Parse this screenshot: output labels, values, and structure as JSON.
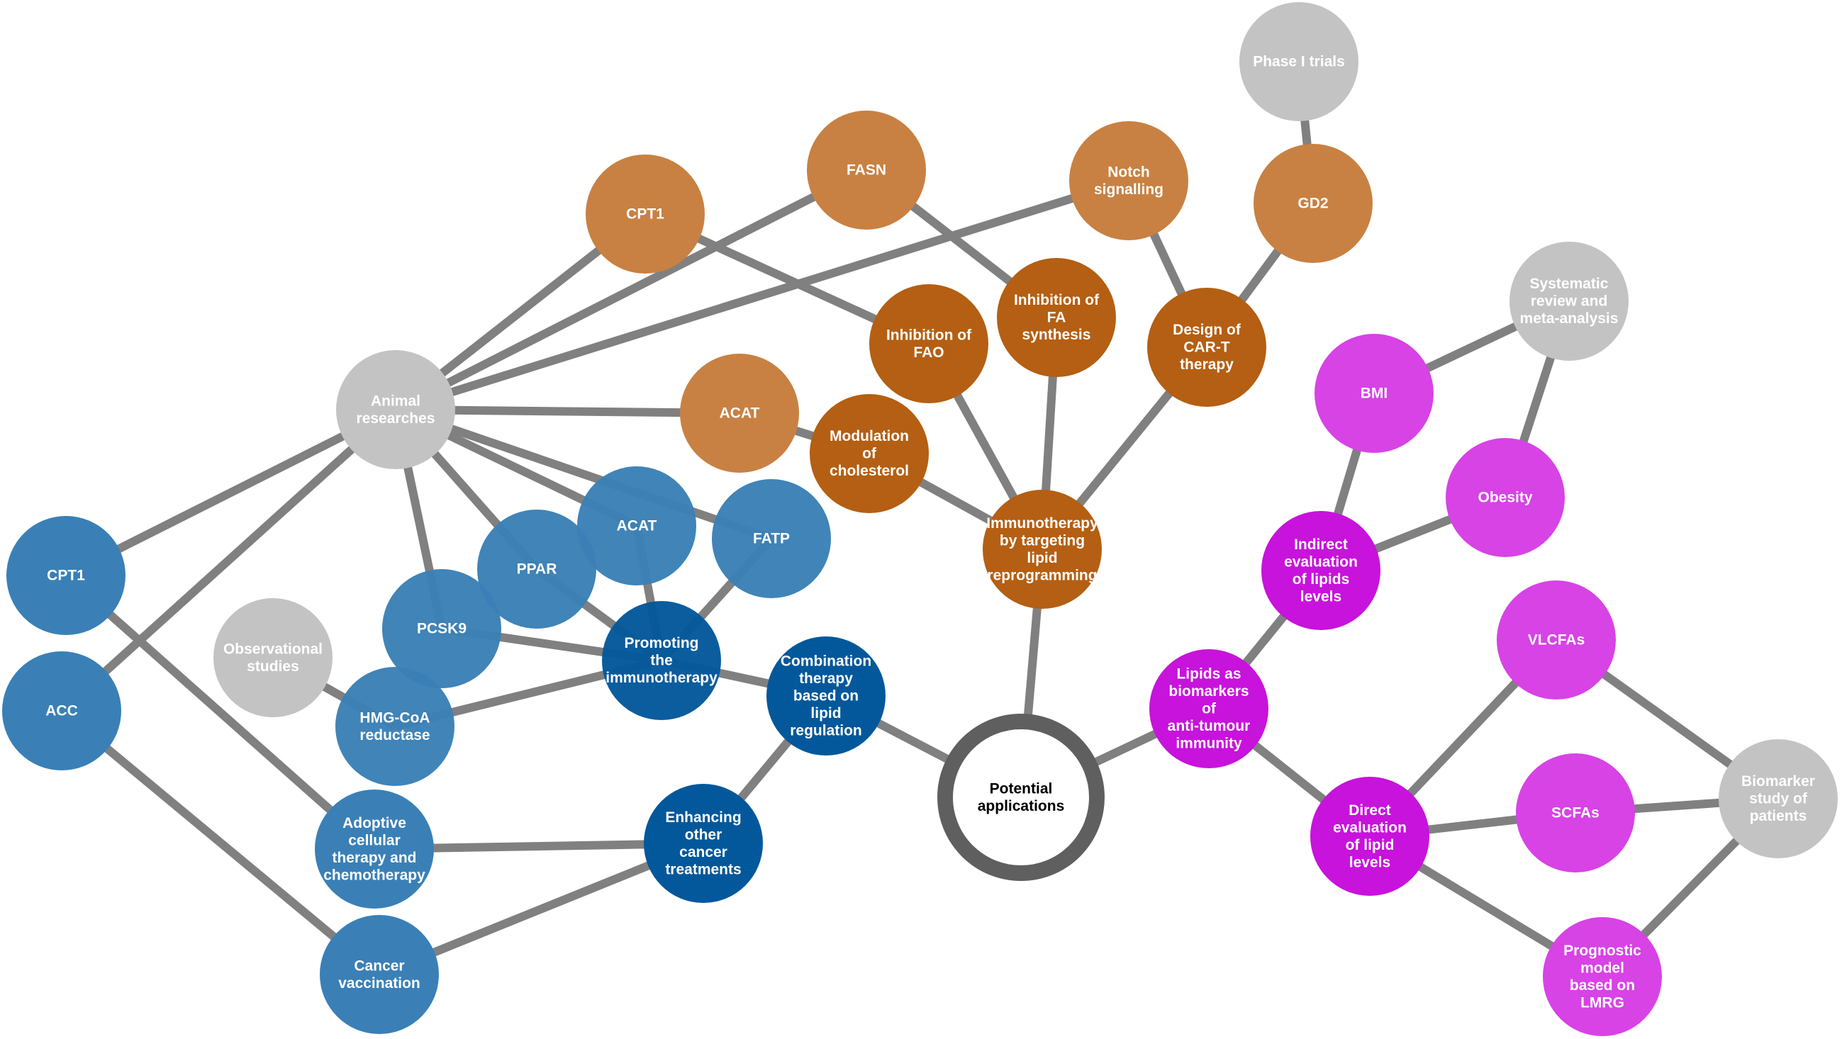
{
  "colors": {
    "edge": "#808080",
    "gray": "#c3c3c3",
    "light_orange": "#c88142",
    "dark_orange": "#b45f13",
    "light_blue": "#3a80b6",
    "dark_blue": "#03589b",
    "light_magenta": "#d743e5",
    "magenta": "#c713db",
    "center_ring": "#5f5f5f"
  },
  "nodes": [
    {
      "id": "potential-applications",
      "lines": [
        "Potential",
        "applications"
      ],
      "color": "center"
    },
    {
      "id": "immunotherapy-lipid",
      "lines": [
        "Immunotherapy",
        "by targeting",
        "lipid",
        "reprogramming"
      ],
      "color": "dark_orange"
    },
    {
      "id": "inhibition-fao",
      "lines": [
        "Inhibition of",
        "FAO"
      ],
      "color": "dark_orange"
    },
    {
      "id": "inhibition-fa-synthesis",
      "lines": [
        "Inhibition of",
        "FA",
        "synthesis"
      ],
      "color": "dark_orange"
    },
    {
      "id": "design-car-t",
      "lines": [
        "Design of",
        "CAR-T",
        "therapy"
      ],
      "color": "dark_orange"
    },
    {
      "id": "modulation-cholesterol",
      "lines": [
        "Modulation",
        "of",
        "cholesterol"
      ],
      "color": "dark_orange"
    },
    {
      "id": "cpt1-orange",
      "lines": [
        "CPT1"
      ],
      "color": "light_orange"
    },
    {
      "id": "fasn",
      "lines": [
        "FASN"
      ],
      "color": "light_orange"
    },
    {
      "id": "notch-signalling",
      "lines": [
        "Notch",
        "signalling"
      ],
      "color": "light_orange"
    },
    {
      "id": "gd2",
      "lines": [
        "GD2"
      ],
      "color": "light_orange"
    },
    {
      "id": "acat-orange",
      "lines": [
        "ACAT"
      ],
      "color": "light_orange"
    },
    {
      "id": "phase-i-trials",
      "lines": [
        "Phase I trials"
      ],
      "color": "gray"
    },
    {
      "id": "animal-researches",
      "lines": [
        "Animal",
        "researches"
      ],
      "color": "gray"
    },
    {
      "id": "observational-studies",
      "lines": [
        "Observational",
        "studies"
      ],
      "color": "gray"
    },
    {
      "id": "cpt1-blue",
      "lines": [
        "CPT1"
      ],
      "color": "light_blue"
    },
    {
      "id": "acc",
      "lines": [
        "ACC"
      ],
      "color": "light_blue"
    },
    {
      "id": "pcsk9",
      "lines": [
        "PCSK9"
      ],
      "color": "light_blue"
    },
    {
      "id": "hmg-coa-reductase",
      "lines": [
        "HMG-CoA",
        "reductase"
      ],
      "color": "light_blue"
    },
    {
      "id": "ppar",
      "lines": [
        "PPAR"
      ],
      "color": "light_blue"
    },
    {
      "id": "acat-blue",
      "lines": [
        "ACAT"
      ],
      "color": "light_blue"
    },
    {
      "id": "fatp",
      "lines": [
        "FATP"
      ],
      "color": "light_blue"
    },
    {
      "id": "adoptive-cellular",
      "lines": [
        "Adoptive",
        "cellular",
        "therapy and",
        "chemotherapy"
      ],
      "color": "light_blue"
    },
    {
      "id": "cancer-vaccination",
      "lines": [
        "Cancer",
        "vaccination"
      ],
      "color": "light_blue"
    },
    {
      "id": "promoting-immunotherapy",
      "lines": [
        "Promoting",
        "the",
        "immunotherapy"
      ],
      "color": "dark_blue"
    },
    {
      "id": "combination-therapy",
      "lines": [
        "Combination",
        "therapy",
        "based on",
        "lipid",
        "regulation"
      ],
      "color": "dark_blue"
    },
    {
      "id": "enhancing-treatments",
      "lines": [
        "Enhancing",
        "other",
        "cancer",
        "treatments"
      ],
      "color": "dark_blue"
    },
    {
      "id": "lipids-biomarkers",
      "lines": [
        "Lipids as",
        "biomarkers",
        "of",
        "anti-tumour",
        "immunity"
      ],
      "color": "magenta"
    },
    {
      "id": "indirect-evaluation",
      "lines": [
        "Indirect",
        "evaluation",
        "of lipids",
        "levels"
      ],
      "color": "magenta"
    },
    {
      "id": "direct-evaluation",
      "lines": [
        "Direct",
        "evaluation",
        "of lipid",
        "levels"
      ],
      "color": "magenta"
    },
    {
      "id": "bmi",
      "lines": [
        "BMI"
      ],
      "color": "light_magenta"
    },
    {
      "id": "obesity",
      "lines": [
        "Obesity"
      ],
      "color": "light_magenta"
    },
    {
      "id": "vlcfas",
      "lines": [
        "VLCFAs"
      ],
      "color": "light_magenta"
    },
    {
      "id": "scfas",
      "lines": [
        "SCFAs"
      ],
      "color": "light_magenta"
    },
    {
      "id": "prognostic-model",
      "lines": [
        "Prognostic",
        "model",
        "based on",
        "LMRG"
      ],
      "color": "light_magenta"
    },
    {
      "id": "systematic-review",
      "lines": [
        "Systematic",
        "review and",
        "meta-analysis"
      ],
      "color": "gray"
    },
    {
      "id": "biomarker-study",
      "lines": [
        "Biomarker",
        "study of",
        "patients"
      ],
      "color": "gray"
    }
  ],
  "edges": [
    [
      "potential-applications",
      "immunotherapy-lipid"
    ],
    [
      "potential-applications",
      "combination-therapy"
    ],
    [
      "potential-applications",
      "lipids-biomarkers"
    ],
    [
      "immunotherapy-lipid",
      "inhibition-fao"
    ],
    [
      "immunotherapy-lipid",
      "inhibition-fa-synthesis"
    ],
    [
      "immunotherapy-lipid",
      "design-car-t"
    ],
    [
      "immunotherapy-lipid",
      "modulation-cholesterol"
    ],
    [
      "inhibition-fao",
      "cpt1-orange"
    ],
    [
      "inhibition-fa-synthesis",
      "fasn"
    ],
    [
      "design-car-t",
      "notch-signalling"
    ],
    [
      "design-car-t",
      "gd2"
    ],
    [
      "gd2",
      "phase-i-trials"
    ],
    [
      "modulation-cholesterol",
      "acat-orange"
    ],
    [
      "animal-researches",
      "cpt1-orange"
    ],
    [
      "animal-researches",
      "fasn"
    ],
    [
      "animal-researches",
      "notch-signalling"
    ],
    [
      "animal-researches",
      "acat-orange"
    ],
    [
      "animal-researches",
      "cpt1-blue"
    ],
    [
      "animal-researches",
      "acc"
    ],
    [
      "animal-researches",
      "pcsk9"
    ],
    [
      "animal-researches",
      "ppar"
    ],
    [
      "animal-researches",
      "acat-blue"
    ],
    [
      "animal-researches",
      "fatp"
    ],
    [
      "observational-studies",
      "hmg-coa-reductase"
    ],
    [
      "promoting-immunotherapy",
      "pcsk9"
    ],
    [
      "promoting-immunotherapy",
      "hmg-coa-reductase"
    ],
    [
      "promoting-immunotherapy",
      "ppar"
    ],
    [
      "promoting-immunotherapy",
      "acat-blue"
    ],
    [
      "promoting-immunotherapy",
      "fatp"
    ],
    [
      "promoting-immunotherapy",
      "combination-therapy"
    ],
    [
      "combination-therapy",
      "enhancing-treatments"
    ],
    [
      "enhancing-treatments",
      "adoptive-cellular"
    ],
    [
      "enhancing-treatments",
      "cancer-vaccination"
    ],
    [
      "cpt1-blue",
      "adoptive-cellular"
    ],
    [
      "acc",
      "cancer-vaccination"
    ],
    [
      "lipids-biomarkers",
      "indirect-evaluation"
    ],
    [
      "lipids-biomarkers",
      "direct-evaluation"
    ],
    [
      "indirect-evaluation",
      "bmi"
    ],
    [
      "indirect-evaluation",
      "obesity"
    ],
    [
      "bmi",
      "systematic-review"
    ],
    [
      "obesity",
      "systematic-review"
    ],
    [
      "direct-evaluation",
      "vlcfas"
    ],
    [
      "direct-evaluation",
      "scfas"
    ],
    [
      "direct-evaluation",
      "prognostic-model"
    ],
    [
      "vlcfas",
      "biomarker-study"
    ],
    [
      "scfas",
      "biomarker-study"
    ],
    [
      "prognostic-model",
      "biomarker-study"
    ]
  ]
}
